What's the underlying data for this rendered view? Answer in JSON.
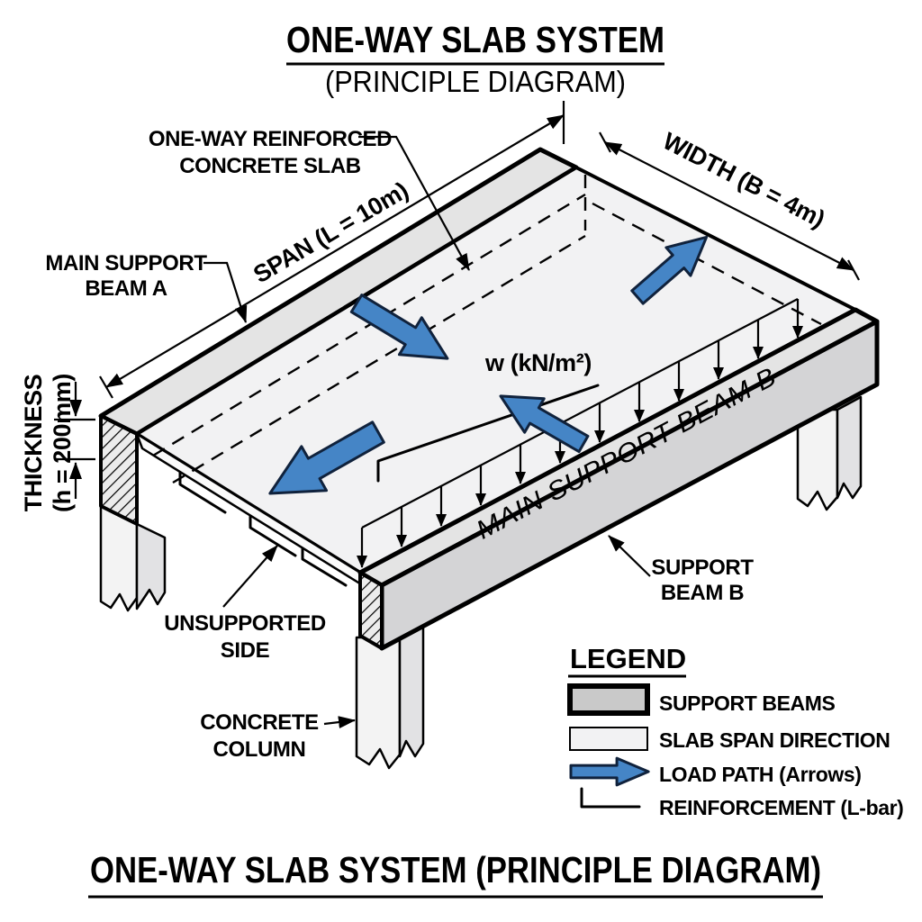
{
  "title": {
    "main": "ONE-WAY SLAB SYSTEM",
    "sub": "(PRINCIPLE DIAGRAM)"
  },
  "caption": "ONE-WAY SLAB SYSTEM (PRINCIPLE DIAGRAM)",
  "labels": {
    "slab_line1": "ONE-WAY REINFORCED",
    "slab_line2": "CONCRETE SLAB",
    "beam_a_line1": "MAIN SUPPORT",
    "beam_a_line2": "BEAM A",
    "beam_b_face": "MAIN SUPPORT BEAM B",
    "support_b_line1": "SUPPORT",
    "support_b_line2": "BEAM B",
    "unsupported_line1": "UNSUPPORTED",
    "unsupported_line2": "SIDE",
    "column_line1": "CONCRETE",
    "column_line2": "COLUMN",
    "load": "w (kN/m²)"
  },
  "dimensions": {
    "span": "SPAN (L = 10m)",
    "width": "WIDTH (B = 4m)",
    "thickness_line1": "THICKNESS",
    "thickness_line2": "(h = 200mm)"
  },
  "legend": {
    "title": "LEGEND",
    "items": [
      {
        "label": "SUPPORT BEAMS",
        "swatch": "support-beams"
      },
      {
        "label": "SLAB SPAN DIRECTION",
        "swatch": "slab-span-direction"
      },
      {
        "label": "LOAD PATH (Arrows)",
        "swatch": "load-path-arrow"
      },
      {
        "label": "REINFORCEMENT (L-bar)",
        "swatch": "l-bar"
      }
    ]
  },
  "colors": {
    "load_arrow": "#4585c6",
    "arrow_outline": "#10223c",
    "beam_top": "#e4e4e4",
    "beam_front": "#d4d4d6",
    "beam_swatch": "#c9c9c9",
    "slab_fill": "#f2f2f3",
    "slab_edge": "#fafafa",
    "column_front": "#f3f3f3",
    "column_side": "#e2e2e4",
    "line": "#000000"
  }
}
